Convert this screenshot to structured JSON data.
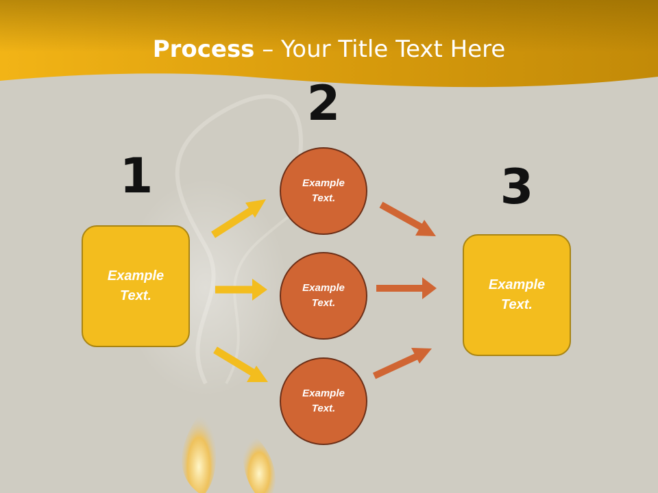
{
  "title": {
    "bold": "Process",
    "rest": " – Your Title Text Here"
  },
  "steps": [
    {
      "number": "1",
      "label": "Example\nText."
    },
    {
      "number": "2",
      "labels": [
        "Example\nText.",
        "Example\nText.",
        "Example\nText."
      ]
    },
    {
      "number": "3",
      "label": "Example\nText."
    }
  ],
  "colors": {
    "banner": "#e5a20c",
    "box_fill": "#f3bd1e",
    "circle_fill": "#d06533",
    "arrow_left": "#f3bd1e",
    "arrow_right": "#d06533",
    "background": "#cfccc2"
  }
}
